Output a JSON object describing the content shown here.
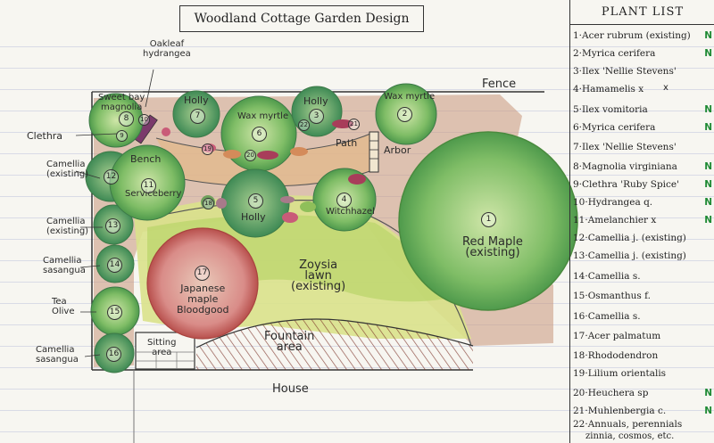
{
  "title": "Woodland Cottage Garden Design",
  "labels": {
    "fence": "Fence",
    "house": "House",
    "path": "Path",
    "arbor": "Arbor",
    "bench": "Bench",
    "oakleaf_hydrangea": [
      "Oakleaf",
      "hydrangea"
    ],
    "sweetbay_magnolia": [
      "Sweet bay",
      "magnolia"
    ],
    "clethra": "Clethra",
    "camellia_existing_12": [
      "Camellia",
      "(existing)"
    ],
    "camellia_existing_13": [
      "Camellia",
      "(existing)"
    ],
    "camellia_sasangua_14": [
      "Camellia",
      "sasangua"
    ],
    "tea_olive": [
      "Tea",
      "Olive"
    ],
    "camellia_sasangua_16": [
      "Camellia",
      "sasangua"
    ],
    "holly_7": "Holly",
    "holly_3": "Holly",
    "holly_5": "Holly",
    "wax_myrtle_6": "Wax myrtle",
    "wax_myrtle_2": "Wax myrtle",
    "serviceberry": "Serviceberry",
    "witchhazel": "Witchhazel",
    "red_maple": [
      "Red Maple",
      "(existing)"
    ],
    "zoysia": [
      "Zoysia",
      "lawn",
      "(existing)"
    ],
    "japanese_maple": [
      "Japanese",
      "maple",
      "Bloodgood"
    ],
    "fountain": [
      "Fountain",
      "area"
    ],
    "sitting_area": [
      "Sitting",
      "area"
    ]
  },
  "numbers": {
    "n1": "1",
    "n2": "2",
    "n3": "3",
    "n4": "4",
    "n5": "5",
    "n6": "6",
    "n7": "7",
    "n8": "8",
    "n9": "9",
    "n10": "10",
    "n11": "11",
    "n12": "12",
    "n13": "13",
    "n14": "14",
    "n15": "15",
    "n16": "16",
    "n17": "17",
    "n18": "18",
    "n19": "19",
    "n20": "20",
    "n21": "21",
    "n22": "22"
  },
  "plant_list": {
    "header": "PLANT LIST",
    "items": [
      {
        "text": "1·Acer rubrum (existing)",
        "native": "N"
      },
      {
        "text": "2·Myrica cerifera",
        "native": "N"
      },
      {
        "text": "3·Ilex 'Nellie Stevens'",
        "native": ""
      },
      {
        "text": "4·Hamamelis x",
        "native": ""
      },
      {
        "text": "5·Ilex vomitoria",
        "native": "N"
      },
      {
        "text": "6·Myrica cerifera",
        "native": "N"
      },
      {
        "text": "7·Ilex 'Nellie Stevens'",
        "native": ""
      },
      {
        "text": "8·Magnolia virginiana",
        "native": "N"
      },
      {
        "text": "9·Clethra 'Ruby Spice'",
        "native": "N"
      },
      {
        "text": "10·Hydrangea q.",
        "native": "N"
      },
      {
        "text": "11·Amelanchier x",
        "native": "N"
      },
      {
        "text": "12·Camellia j. (existing)",
        "native": ""
      },
      {
        "text": "13·Camellia j. (existing)",
        "native": ""
      },
      {
        "text": "14·Camellia s.",
        "native": ""
      },
      {
        "text": "15·Osmanthus f.",
        "native": ""
      },
      {
        "text": "16·Camellia s.",
        "native": ""
      },
      {
        "text": "17·Acer palmatum",
        "native": ""
      },
      {
        "text": "18·Rhododendron",
        "native": ""
      },
      {
        "text": "19·Lilium orientalis",
        "native": ""
      },
      {
        "text": "20·Heuchera sp",
        "native": "N"
      },
      {
        "text": "21·Muhlenbergia c.",
        "native": "N"
      },
      {
        "text": "22·Annuals, perennials",
        "native": ""
      }
    ],
    "item22_line2": "zinnia, cosmos, etc.",
    "x_mark": "x"
  }
}
